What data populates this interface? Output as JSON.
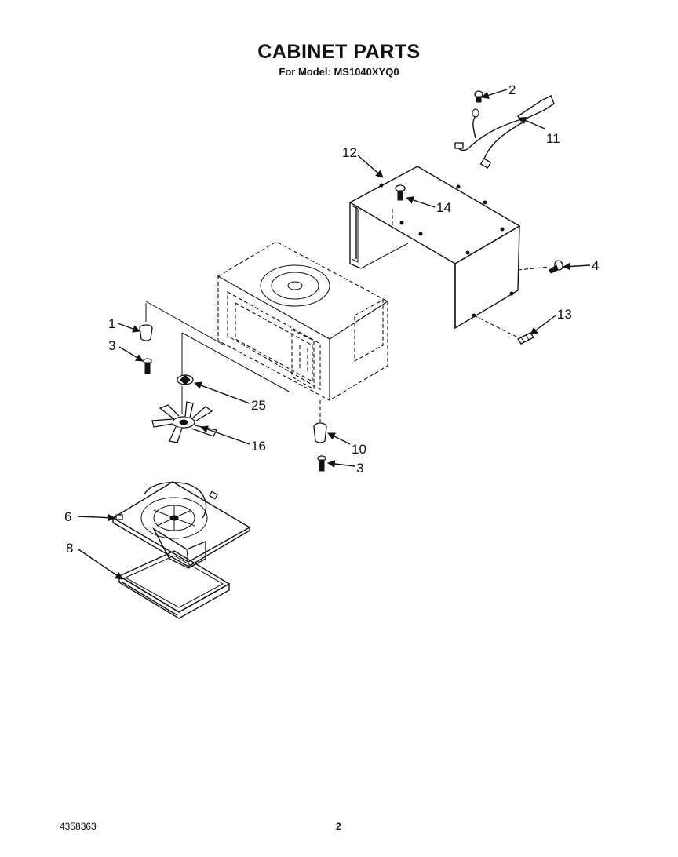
{
  "header": {
    "title": "CABINET PARTS",
    "subtitle": "For Model: MS1040XYQ0"
  },
  "footer": {
    "doc_number": "4358363",
    "page_number": "2"
  },
  "callouts": {
    "c1": "1",
    "c2": "2",
    "c3a": "3",
    "c3b": "3",
    "c4": "4",
    "c6": "6",
    "c8": "8",
    "c10": "10",
    "c11": "11",
    "c12": "12",
    "c13": "13",
    "c14": "14",
    "c16": "16",
    "c25": "25"
  }
}
